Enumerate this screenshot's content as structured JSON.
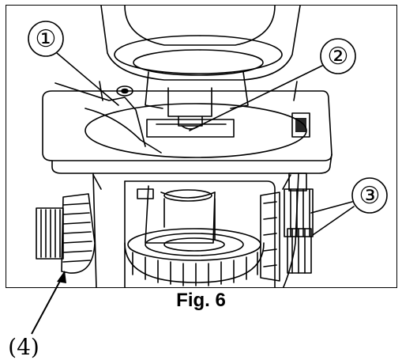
{
  "figure": {
    "caption": "Fig. 6",
    "callouts": [
      {
        "label": "①"
      },
      {
        "label": "②"
      },
      {
        "label": "③"
      },
      {
        "label": "(4)"
      }
    ]
  },
  "colors": {
    "line": "#000000",
    "background": "#ffffff"
  }
}
